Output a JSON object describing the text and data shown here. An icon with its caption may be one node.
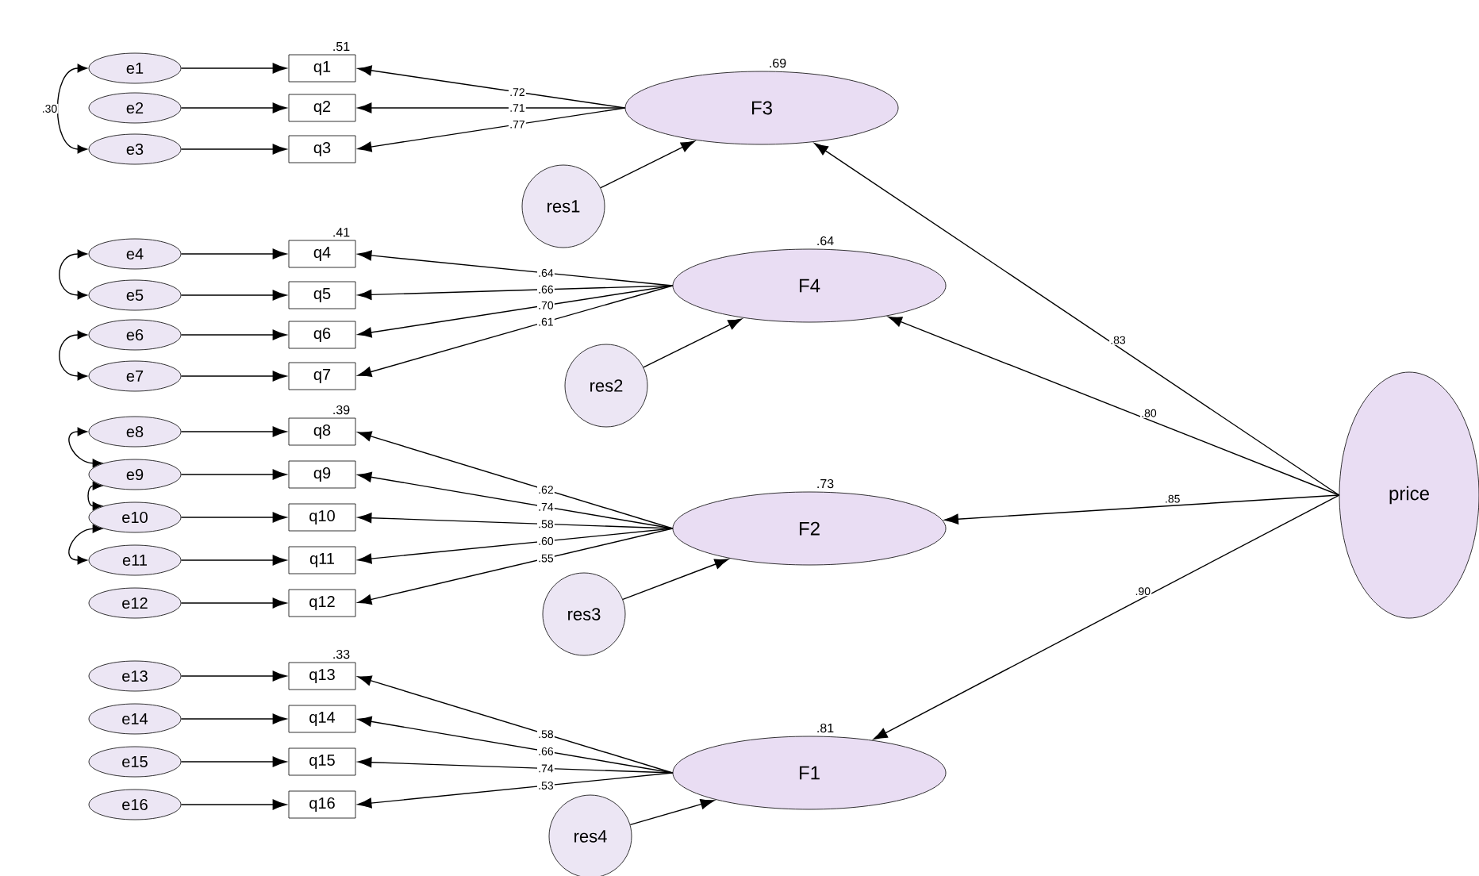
{
  "diagram": {
    "nodes": [
      {
        "text": [
          "e1"
        ]
      },
      {
        "text": [
          "e2"
        ]
      },
      {
        "text": [
          "e3"
        ]
      },
      {
        "text": [
          "e4"
        ]
      },
      {
        "text": [
          "e5"
        ]
      },
      {
        "text": [
          "e6"
        ]
      },
      {
        "text": [
          "e7"
        ]
      },
      {
        "text": [
          "e8"
        ]
      },
      {
        "text": [
          "e9"
        ]
      },
      {
        "text": [
          "e10"
        ]
      },
      {
        "text": [
          "e11"
        ]
      },
      {
        "text": [
          "e12"
        ]
      },
      {
        "text": [
          "e13"
        ]
      },
      {
        "text": [
          "e14"
        ]
      },
      {
        "text": [
          "e15"
        ]
      },
      {
        "text": [
          "e16"
        ]
      },
      {
        "text": [
          "q1"
        ],
        "beside": [
          ".51"
        ]
      },
      {
        "text": [
          "q2"
        ]
      },
      {
        "text": [
          "q3"
        ]
      },
      {
        "text": [
          "q4"
        ],
        "beside": [
          ".41"
        ]
      },
      {
        "text": [
          "q5"
        ]
      },
      {
        "text": [
          "q6"
        ]
      },
      {
        "text": [
          "q7"
        ]
      },
      {
        "text": [
          "q8"
        ],
        "beside": [
          ".39"
        ]
      },
      {
        "text": [
          "q9"
        ]
      },
      {
        "text": [
          "q10"
        ]
      },
      {
        "text": [
          "q11"
        ]
      },
      {
        "text": [
          "q12"
        ]
      },
      {
        "text": [
          "q13"
        ],
        "beside": [
          ".33"
        ]
      },
      {
        "text": [
          "q14"
        ]
      },
      {
        "text": [
          "q15"
        ]
      },
      {
        "text": [
          "q16"
        ]
      },
      {
        "text": [
          "F3"
        ],
        "beside": [
          ".69"
        ]
      },
      {
        "text": [
          "res1"
        ]
      },
      {
        "text": [
          "F4"
        ],
        "beside": [
          ".64"
        ]
      },
      {
        "text": [
          "res2"
        ]
      },
      {
        "text": [
          "F2"
        ],
        "beside": [
          ".73"
        ]
      },
      {
        "text": [
          "res3"
        ]
      },
      {
        "text": [
          "F1"
        ],
        "beside": [
          ".81"
        ]
      },
      {
        "text": [
          "res4"
        ]
      },
      {
        "text": [
          "price"
        ]
      }
    ],
    "edges": [
      {
        "from": 0,
        "to": 16,
        "arrow": "to"
      },
      {
        "from": 1,
        "to": 17,
        "arrow": "to"
      },
      {
        "from": 2,
        "to": 18,
        "arrow": "to"
      },
      {
        "from": 3,
        "to": 19,
        "arrow": "to"
      },
      {
        "from": 4,
        "to": 20,
        "arrow": "to"
      },
      {
        "from": 5,
        "to": 21,
        "arrow": "to"
      },
      {
        "from": 6,
        "to": 22,
        "arrow": "to"
      },
      {
        "from": 7,
        "to": 23,
        "arrow": "to"
      },
      {
        "from": 8,
        "to": 24,
        "arrow": "to"
      },
      {
        "from": 9,
        "to": 25,
        "arrow": "to"
      },
      {
        "from": 10,
        "to": 26,
        "arrow": "to"
      },
      {
        "from": 11,
        "to": 27,
        "arrow": "to"
      },
      {
        "from": 12,
        "to": 28,
        "arrow": "to"
      },
      {
        "from": 13,
        "to": 29,
        "arrow": "to"
      },
      {
        "from": 14,
        "to": 30,
        "arrow": "to"
      },
      {
        "from": 15,
        "to": 31,
        "arrow": "to"
      },
      {
        "from": 32,
        "to": 16,
        "arrow": "to",
        "label": ".72"
      },
      {
        "from": 32,
        "to": 17,
        "arrow": "to",
        "label": ".71"
      },
      {
        "from": 32,
        "to": 18,
        "arrow": "to",
        "label": ".77"
      },
      {
        "from": 34,
        "to": 19,
        "arrow": "to",
        "label": ".64"
      },
      {
        "from": 34,
        "to": 20,
        "arrow": "to",
        "label": ".66"
      },
      {
        "from": 34,
        "to": 21,
        "arrow": "to",
        "label": ".70"
      },
      {
        "from": 34,
        "to": 22,
        "arrow": "to",
        "label": ".61"
      },
      {
        "from": 36,
        "to": 23,
        "arrow": "to",
        "label": ".62"
      },
      {
        "from": 36,
        "to": 24,
        "arrow": "to",
        "label": ".74"
      },
      {
        "from": 36,
        "to": 25,
        "arrow": "to",
        "label": ".58"
      },
      {
        "from": 36,
        "to": 26,
        "arrow": "to",
        "label": ".60"
      },
      {
        "from": 36,
        "to": 27,
        "arrow": "to",
        "label": ".55"
      },
      {
        "from": 38,
        "to": 28,
        "arrow": "to",
        "label": ".58"
      },
      {
        "from": 38,
        "to": 29,
        "arrow": "to",
        "label": ".66"
      },
      {
        "from": 38,
        "to": 30,
        "arrow": "to",
        "label": ".74"
      },
      {
        "from": 38,
        "to": 31,
        "arrow": "to",
        "label": ".53"
      },
      {
        "from": 33,
        "to": 32,
        "arrow": "to"
      },
      {
        "from": 35,
        "to": 34,
        "arrow": "to"
      },
      {
        "from": 37,
        "to": 36,
        "arrow": "to"
      },
      {
        "from": 39,
        "to": 38,
        "arrow": "to"
      },
      {
        "from": 40,
        "to": 32,
        "arrow": "to",
        "label": ".83"
      },
      {
        "from": 40,
        "to": 34,
        "arrow": "to",
        "label": ".80"
      },
      {
        "from": 40,
        "to": 36,
        "arrow": "to",
        "label": ".85"
      },
      {
        "from": 40,
        "to": 38,
        "arrow": "to",
        "label": ".90"
      },
      {
        "from": 0,
        "to": 2,
        "arrow": "both",
        "label": ".30"
      },
      {
        "from": 3,
        "to": 4,
        "arrow": "both"
      },
      {
        "from": 5,
        "to": 6,
        "arrow": "both"
      },
      {
        "from": 7,
        "to": 8,
        "arrow": "both"
      },
      {
        "from": 8,
        "to": 9,
        "arrow": "both"
      },
      {
        "from": 9,
        "to": 10,
        "arrow": "both"
      }
    ]
  }
}
